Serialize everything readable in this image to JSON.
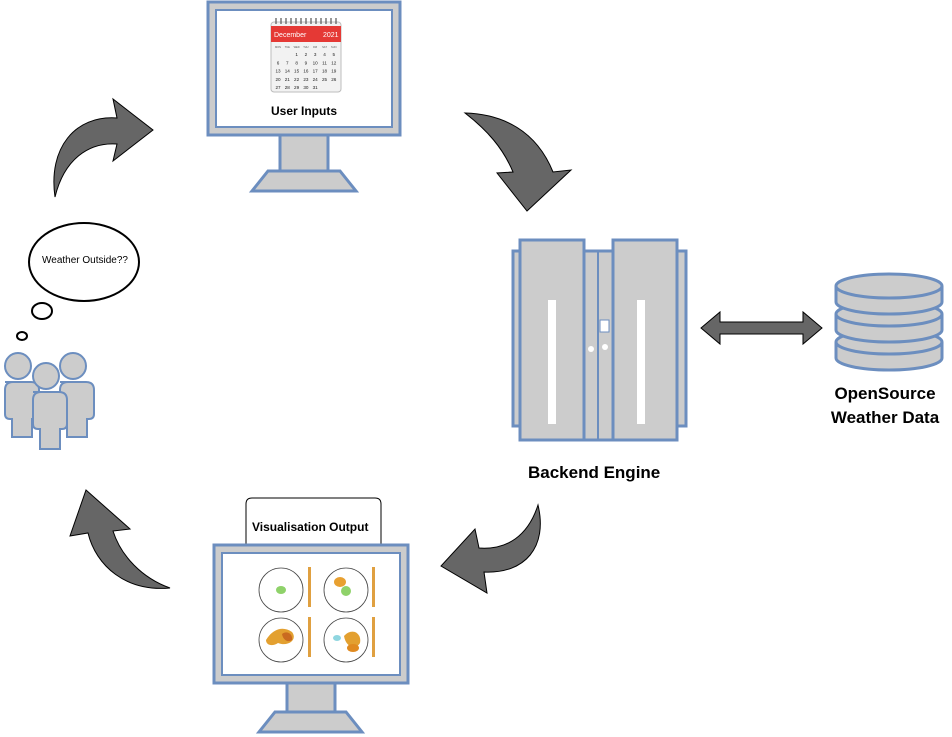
{
  "thought": {
    "text": "Weather Outside??"
  },
  "top_monitor": {
    "label": "User Inputs",
    "calendar": {
      "month": "December",
      "year": "2021",
      "weekdays": [
        "MON",
        "TUE",
        "WED",
        "THU",
        "FRI",
        "SAT",
        "SUN"
      ],
      "days": [
        [
          "",
          "",
          "1",
          "2",
          "3",
          "4",
          "5"
        ],
        [
          "6",
          "7",
          "8",
          "9",
          "10",
          "11",
          "12"
        ],
        [
          "13",
          "14",
          "15",
          "16",
          "17",
          "18",
          "19"
        ],
        [
          "20",
          "21",
          "22",
          "23",
          "24",
          "25",
          "26"
        ],
        [
          "27",
          "28",
          "29",
          "30",
          "31",
          "",
          ""
        ]
      ]
    }
  },
  "backend": {
    "label": "Backend Engine"
  },
  "database": {
    "label_line1": "OpenSource",
    "label_line2": "Weather Data"
  },
  "bottom_monitor": {
    "label": "Visualisation Output"
  },
  "colors": {
    "monitor_frame": "#6c8ebf",
    "monitor_body": "#cccccc",
    "arrow_fill": "#666666",
    "calendar_red": "#e53935",
    "server_fill": "#cccccc",
    "db_fill": "#cccccc"
  }
}
